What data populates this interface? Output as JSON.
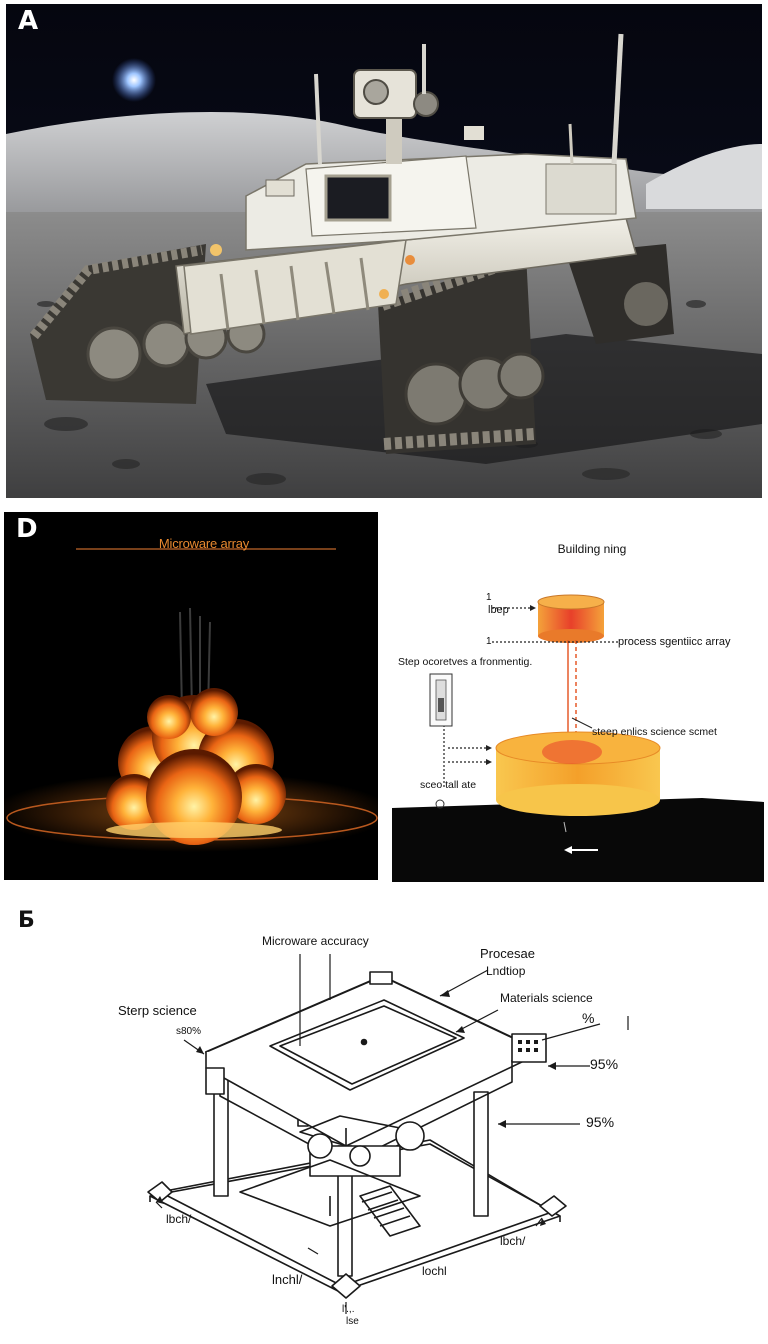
{
  "panel_a": {
    "letter": "A"
  },
  "panel_d": {
    "letter": "D",
    "photo_label": "Microware array",
    "diagram": {
      "title": "Building ning",
      "label_top_marker": "1",
      "label_top": "lbep",
      "label_mid_marker": "1",
      "label_right": "process sgentiicc array",
      "label_step": "Step ocoretves a fronmentig.",
      "label_science": "steep enlics science scmet",
      "label_bottom": "sceo tall ate"
    }
  },
  "panel_b": {
    "letter": "Б",
    "labels": {
      "microware": "Microware accuracy",
      "process_line1": "Procesae",
      "process_line2": "Lndtiop",
      "material": "Materials science",
      "pct_small": "%",
      "step_science": "Sterp science",
      "s80": "s80%",
      "pct95_a": "95%",
      "pct95_b": "95%",
      "inch_left": "lbch/",
      "inch_right": "lbch/",
      "inch_center": "lnchl/",
      "inch_bottom": "lochl",
      "foot_line1": "l'.,.",
      "foot_line2": "lse"
    }
  }
}
